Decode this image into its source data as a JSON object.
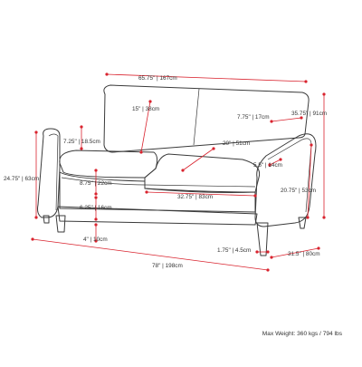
{
  "colors": {
    "dimension_line": "#d9232e",
    "outline": "#3a3a3a"
  },
  "dimensions": {
    "back_width": "65.75\" | 167cm",
    "back_cushion_height": "15\" | 38cm",
    "arm_height_above_seat": "7.25\" | 18.5cm",
    "total_height": "24.75\" | 63cm",
    "seat_height": "8.75\" | 22cm",
    "base_height": "6.25\" | 16cm",
    "leg_height": "4\" | 10cm",
    "total_width": "78\" | 198cm",
    "arm_width": "7.75\" | 17cm",
    "back_height_from_floor": "35.75\" | 91cm",
    "seat_depth": "20\" | 51cm",
    "arm_top_depth": "5.5\" | 14cm",
    "seat_width": "32.75\" | 83cm",
    "arm_height_from_floor": "20.75\" | 53cm",
    "leg_width": "1.75\" | 4.5cm",
    "total_depth": "31.5\" | 80cm"
  },
  "footer": {
    "max_weight": "Max Weight: 360 kgs / 794 lbs"
  }
}
